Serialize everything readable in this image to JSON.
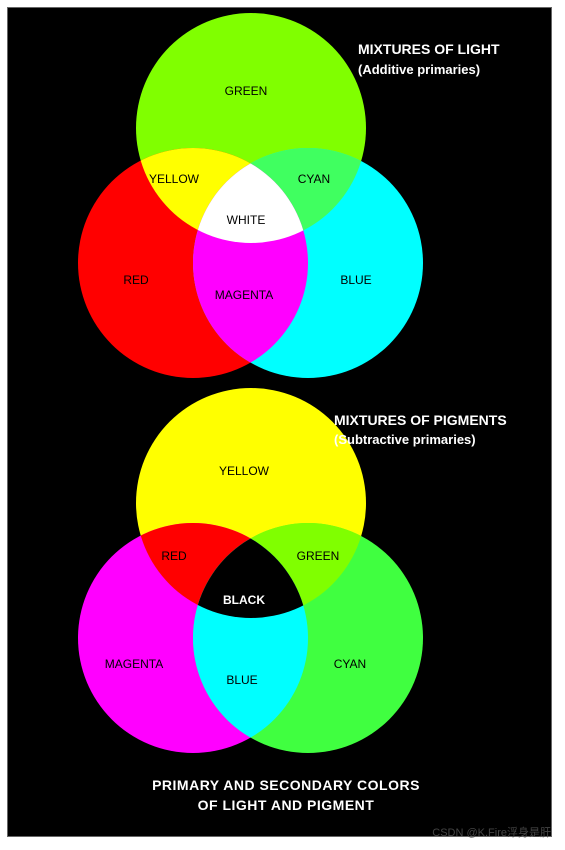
{
  "light": {
    "heading": "MIXTURES OF LIGHT",
    "subheading": "(Additive primaries)",
    "green": "GREEN",
    "yellow": "YELLOW",
    "cyan": "CYAN",
    "white": "WHITE",
    "red": "RED",
    "magenta": "MAGENTA",
    "blue": "BLUE",
    "colors": {
      "top": "#80ff00",
      "left": "#ff0000",
      "right": "#00ffff",
      "top_left": "#ffff00",
      "top_right": "#40ff60",
      "left_right": "#ff00ff",
      "center": "#ffffff"
    }
  },
  "pigment": {
    "heading": "MIXTURES OF PIGMENTS",
    "subheading": "(Subtractive primaries)",
    "yellow": "YELLOW",
    "red": "RED",
    "green": "GREEN",
    "black": "BLACK",
    "magenta": "MAGENTA",
    "blue": "BLUE",
    "cyan": "CYAN",
    "colors": {
      "top": "#ffff00",
      "left": "#ff00ff",
      "right": "#40ff40",
      "top_left": "#ff0000",
      "top_right": "#80ff00",
      "left_right": "#00ffff",
      "center": "#000000"
    }
  },
  "footer": {
    "line1": "PRIMARY AND SECONDARY COLORS",
    "line2": "OF LIGHT AND PIGMENT"
  },
  "watermark": "CSDN @K.Fire浮身是肝"
}
